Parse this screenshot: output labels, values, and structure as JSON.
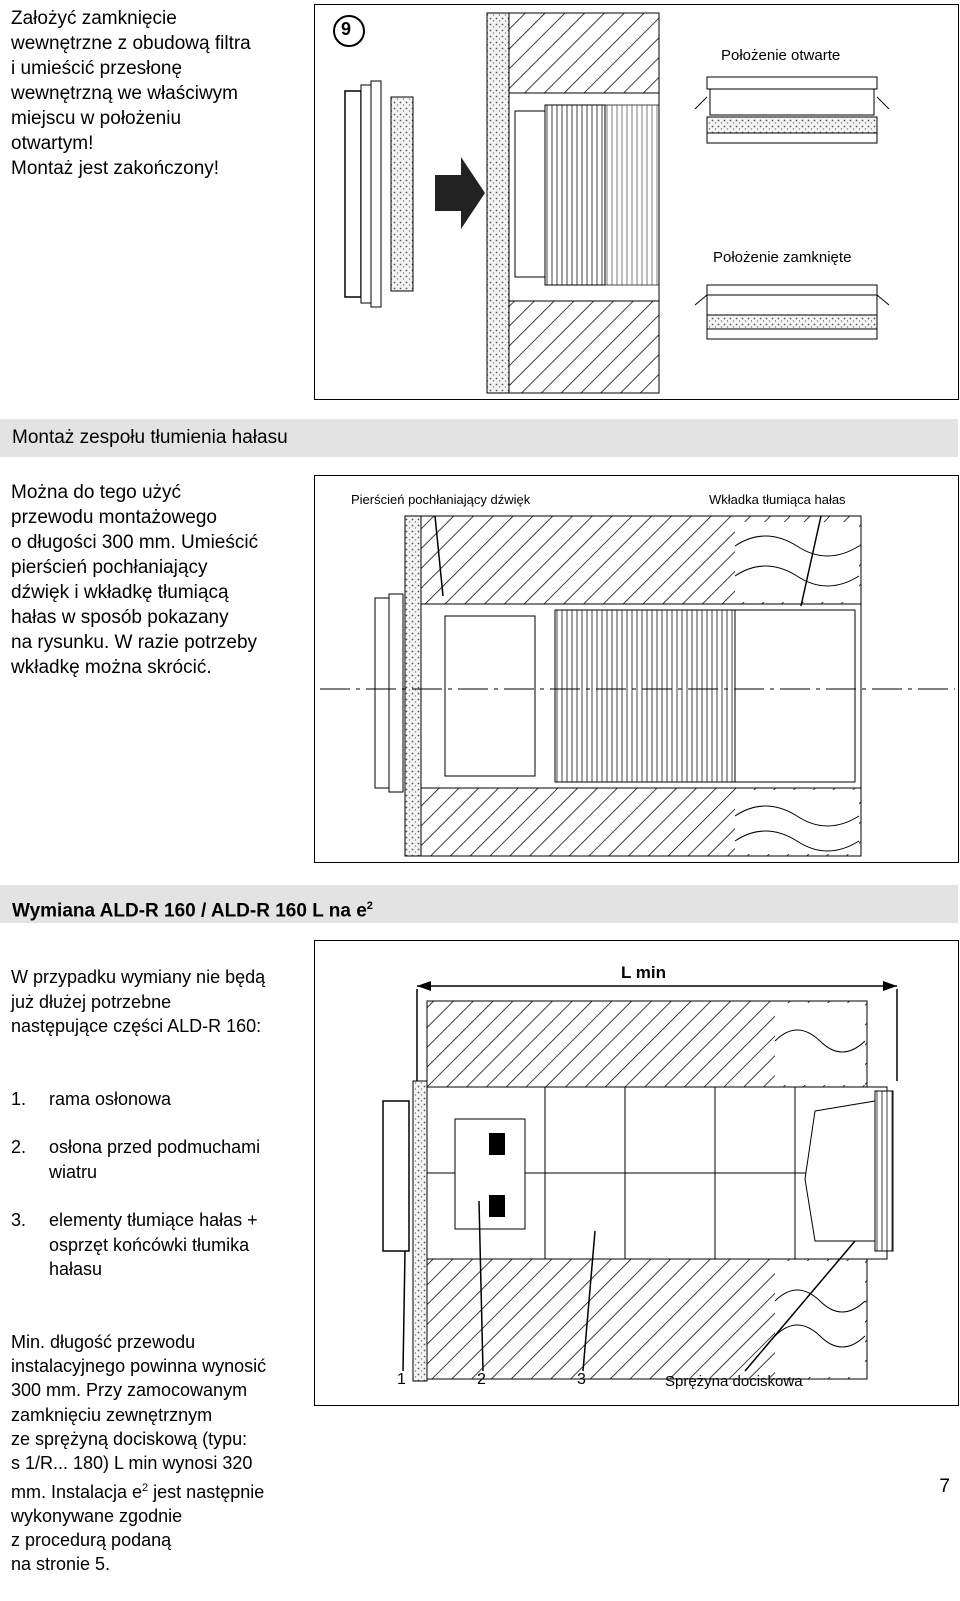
{
  "section1": {
    "text": "Założyć zamknięcie\nwewnętrzne z obudową filtra\ni umieścić przesłonę\nwewnętrzną we właściwym\nmiejscu w położeniu\notwartym!\nMontaż jest zakończony!",
    "figure_number": "9",
    "caption_open": "Położenie otwarte",
    "caption_closed": "Położenie zamknięte"
  },
  "section2": {
    "heading": "Montaż zespołu tłumienia hałasu",
    "text": "Można do tego użyć\nprzewodu montażowego\no długości 300 mm. Umieścić\npierścień pochłaniający\ndźwięk i wkładkę tłumiącą\nhałas w sposób pokazany\nna rysunku. W razie potrzeby\nwkładkę można skrócić.",
    "label_ring": "Pierścień pochłaniający dźwięk",
    "label_insert": "Wkładka tłumiąca hałas"
  },
  "section3": {
    "heading_main": "Wymiana ALD-R 160 / ALD-R 160 L na e",
    "heading_sup": "2",
    "intro": "W przypadku wymiany nie będą\njuż dłużej potrzebne\nnastępujące części ALD-R 160:",
    "items": [
      {
        "num": "1.",
        "text": "rama osłonowa"
      },
      {
        "num": "2.",
        "text": "osłona przed podmuchami\nwiatru"
      },
      {
        "num": "3.",
        "text": "elementy tłumiące hałas +\nosprzęt końcówki tłumika\nhałasu"
      }
    ],
    "outro_a": "Min. długość przewodu\ninstalacyjnego powinna wynosić\n300 mm. Przy zamocowanym\nzamknięciu zewnętrznym\nze sprężyną dociskową (typu:\ns 1/R... 180) L min wynosi 320\nmm. Instalacja e",
    "outro_sup": "2",
    "outro_b": " jest następnie\nwykonywane zgodnie\nz procedurą podaną\nna stronie 5.",
    "label_lmin": "L min",
    "label_1": "1",
    "label_2": "2",
    "label_3": "3",
    "label_spring": "Sprężyna dociskowa"
  },
  "page_number": "7"
}
